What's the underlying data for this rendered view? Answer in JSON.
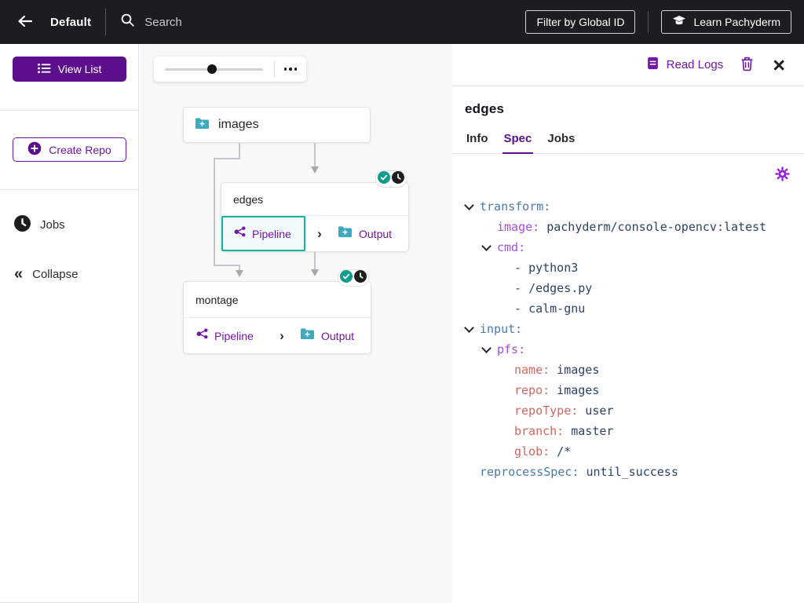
{
  "topbar": {
    "project_name": "Default",
    "search_placeholder": "Search",
    "filter_button_label": "Filter by Global ID",
    "learn_button_label": "Learn Pachyderm"
  },
  "sidebar": {
    "view_list_label": "View List",
    "create_repo_label": "Create Repo",
    "jobs_label": "Jobs",
    "collapse_label": "Collapse"
  },
  "canvas": {
    "zoom_slider_percent": 48
  },
  "dag": {
    "nodes": [
      {
        "id": "images",
        "type": "repo",
        "label": "images"
      },
      {
        "id": "edges",
        "type": "pipeline",
        "label": "edges",
        "pipeline_label": "Pipeline",
        "output_label": "Output",
        "pipeline_selected": true,
        "status_icons": [
          "success-check",
          "job-clock"
        ]
      },
      {
        "id": "montage",
        "type": "pipeline",
        "label": "montage",
        "pipeline_label": "Pipeline",
        "output_label": "Output",
        "pipeline_selected": false,
        "status_icons": [
          "success-check",
          "job-clock"
        ]
      }
    ]
  },
  "panel": {
    "read_logs_label": "Read Logs",
    "title": "edges",
    "tabs": [
      {
        "label": "Info",
        "active": false
      },
      {
        "label": "Spec",
        "active": true
      },
      {
        "label": "Jobs",
        "active": false
      }
    ],
    "spec": {
      "lines": [
        {
          "indent": 0,
          "chevron": true,
          "key": "transform",
          "depth": 0
        },
        {
          "indent": 1,
          "chevron": false,
          "key": "image",
          "depth": 1,
          "value": "pachyderm/console-opencv:latest"
        },
        {
          "indent": 1,
          "chevron": true,
          "key": "cmd",
          "depth": 1
        },
        {
          "indent": 2,
          "chevron": false,
          "dash": true,
          "value": "python3"
        },
        {
          "indent": 2,
          "chevron": false,
          "dash": true,
          "value": "/edges.py"
        },
        {
          "indent": 2,
          "chevron": false,
          "dash": true,
          "value": "calm-gnu"
        },
        {
          "indent": 0,
          "chevron": true,
          "key": "input",
          "depth": 0
        },
        {
          "indent": 1,
          "chevron": true,
          "key": "pfs",
          "depth": 1
        },
        {
          "indent": 2,
          "chevron": false,
          "key": "name",
          "depth": 2,
          "value": "images"
        },
        {
          "indent": 2,
          "chevron": false,
          "key": "repo",
          "depth": 2,
          "value": "images"
        },
        {
          "indent": 2,
          "chevron": false,
          "key": "repoType",
          "depth": 2,
          "value": "user"
        },
        {
          "indent": 2,
          "chevron": false,
          "key": "branch",
          "depth": 2,
          "value": "master"
        },
        {
          "indent": 2,
          "chevron": false,
          "key": "glob",
          "depth": 2,
          "value": "/*"
        },
        {
          "indent": 0,
          "chevron": false,
          "key": "reprocessSpec",
          "depth": 0,
          "value": "until_success"
        }
      ]
    }
  },
  "colors": {
    "topbar_bg": "#1D1D1F",
    "accent_purple": "#5C0F8B",
    "link_purple": "#7414A8",
    "selected_teal": "#12B5A0",
    "folder_teal": "#3FA9BE",
    "success_green": "#0E9D8A",
    "connector_grey": "#BDC1C7",
    "spec_key_level0": "#4A7AAE",
    "spec_key_level1": "#A94AE0",
    "spec_key_level2": "#D4665E",
    "spec_value_navy": "#2E4169"
  }
}
